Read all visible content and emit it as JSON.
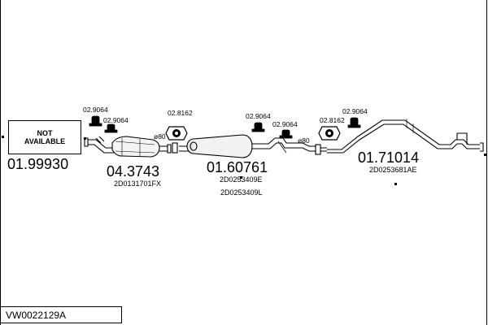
{
  "document_code": "VW0022129A",
  "not_available_box": {
    "line1": "NOT",
    "line2": "AVAILABLE"
  },
  "parts": [
    {
      "id": "front",
      "number": "01.99930",
      "oem": []
    },
    {
      "id": "cat",
      "number": "04.3743",
      "oem": [
        "2D0131701FX"
      ]
    },
    {
      "id": "middle",
      "number": "01.60761",
      "oem": [
        "2D0253409E",
        "2D0253409L"
      ]
    },
    {
      "id": "rear",
      "number": "01.71014",
      "oem": [
        "2D0253681AE"
      ]
    }
  ],
  "small_parts": [
    {
      "id": "h1",
      "number": "02.9064"
    },
    {
      "id": "h2",
      "number": "02.9064"
    },
    {
      "id": "g1",
      "number": "02.8162"
    },
    {
      "id": "h3",
      "number": "02.9064"
    },
    {
      "id": "h4",
      "number": "02.9064"
    },
    {
      "id": "g2",
      "number": "02.8162"
    },
    {
      "id": "h5",
      "number": "02.9064"
    }
  ],
  "diameters": [
    "ø80",
    "ø80"
  ]
}
